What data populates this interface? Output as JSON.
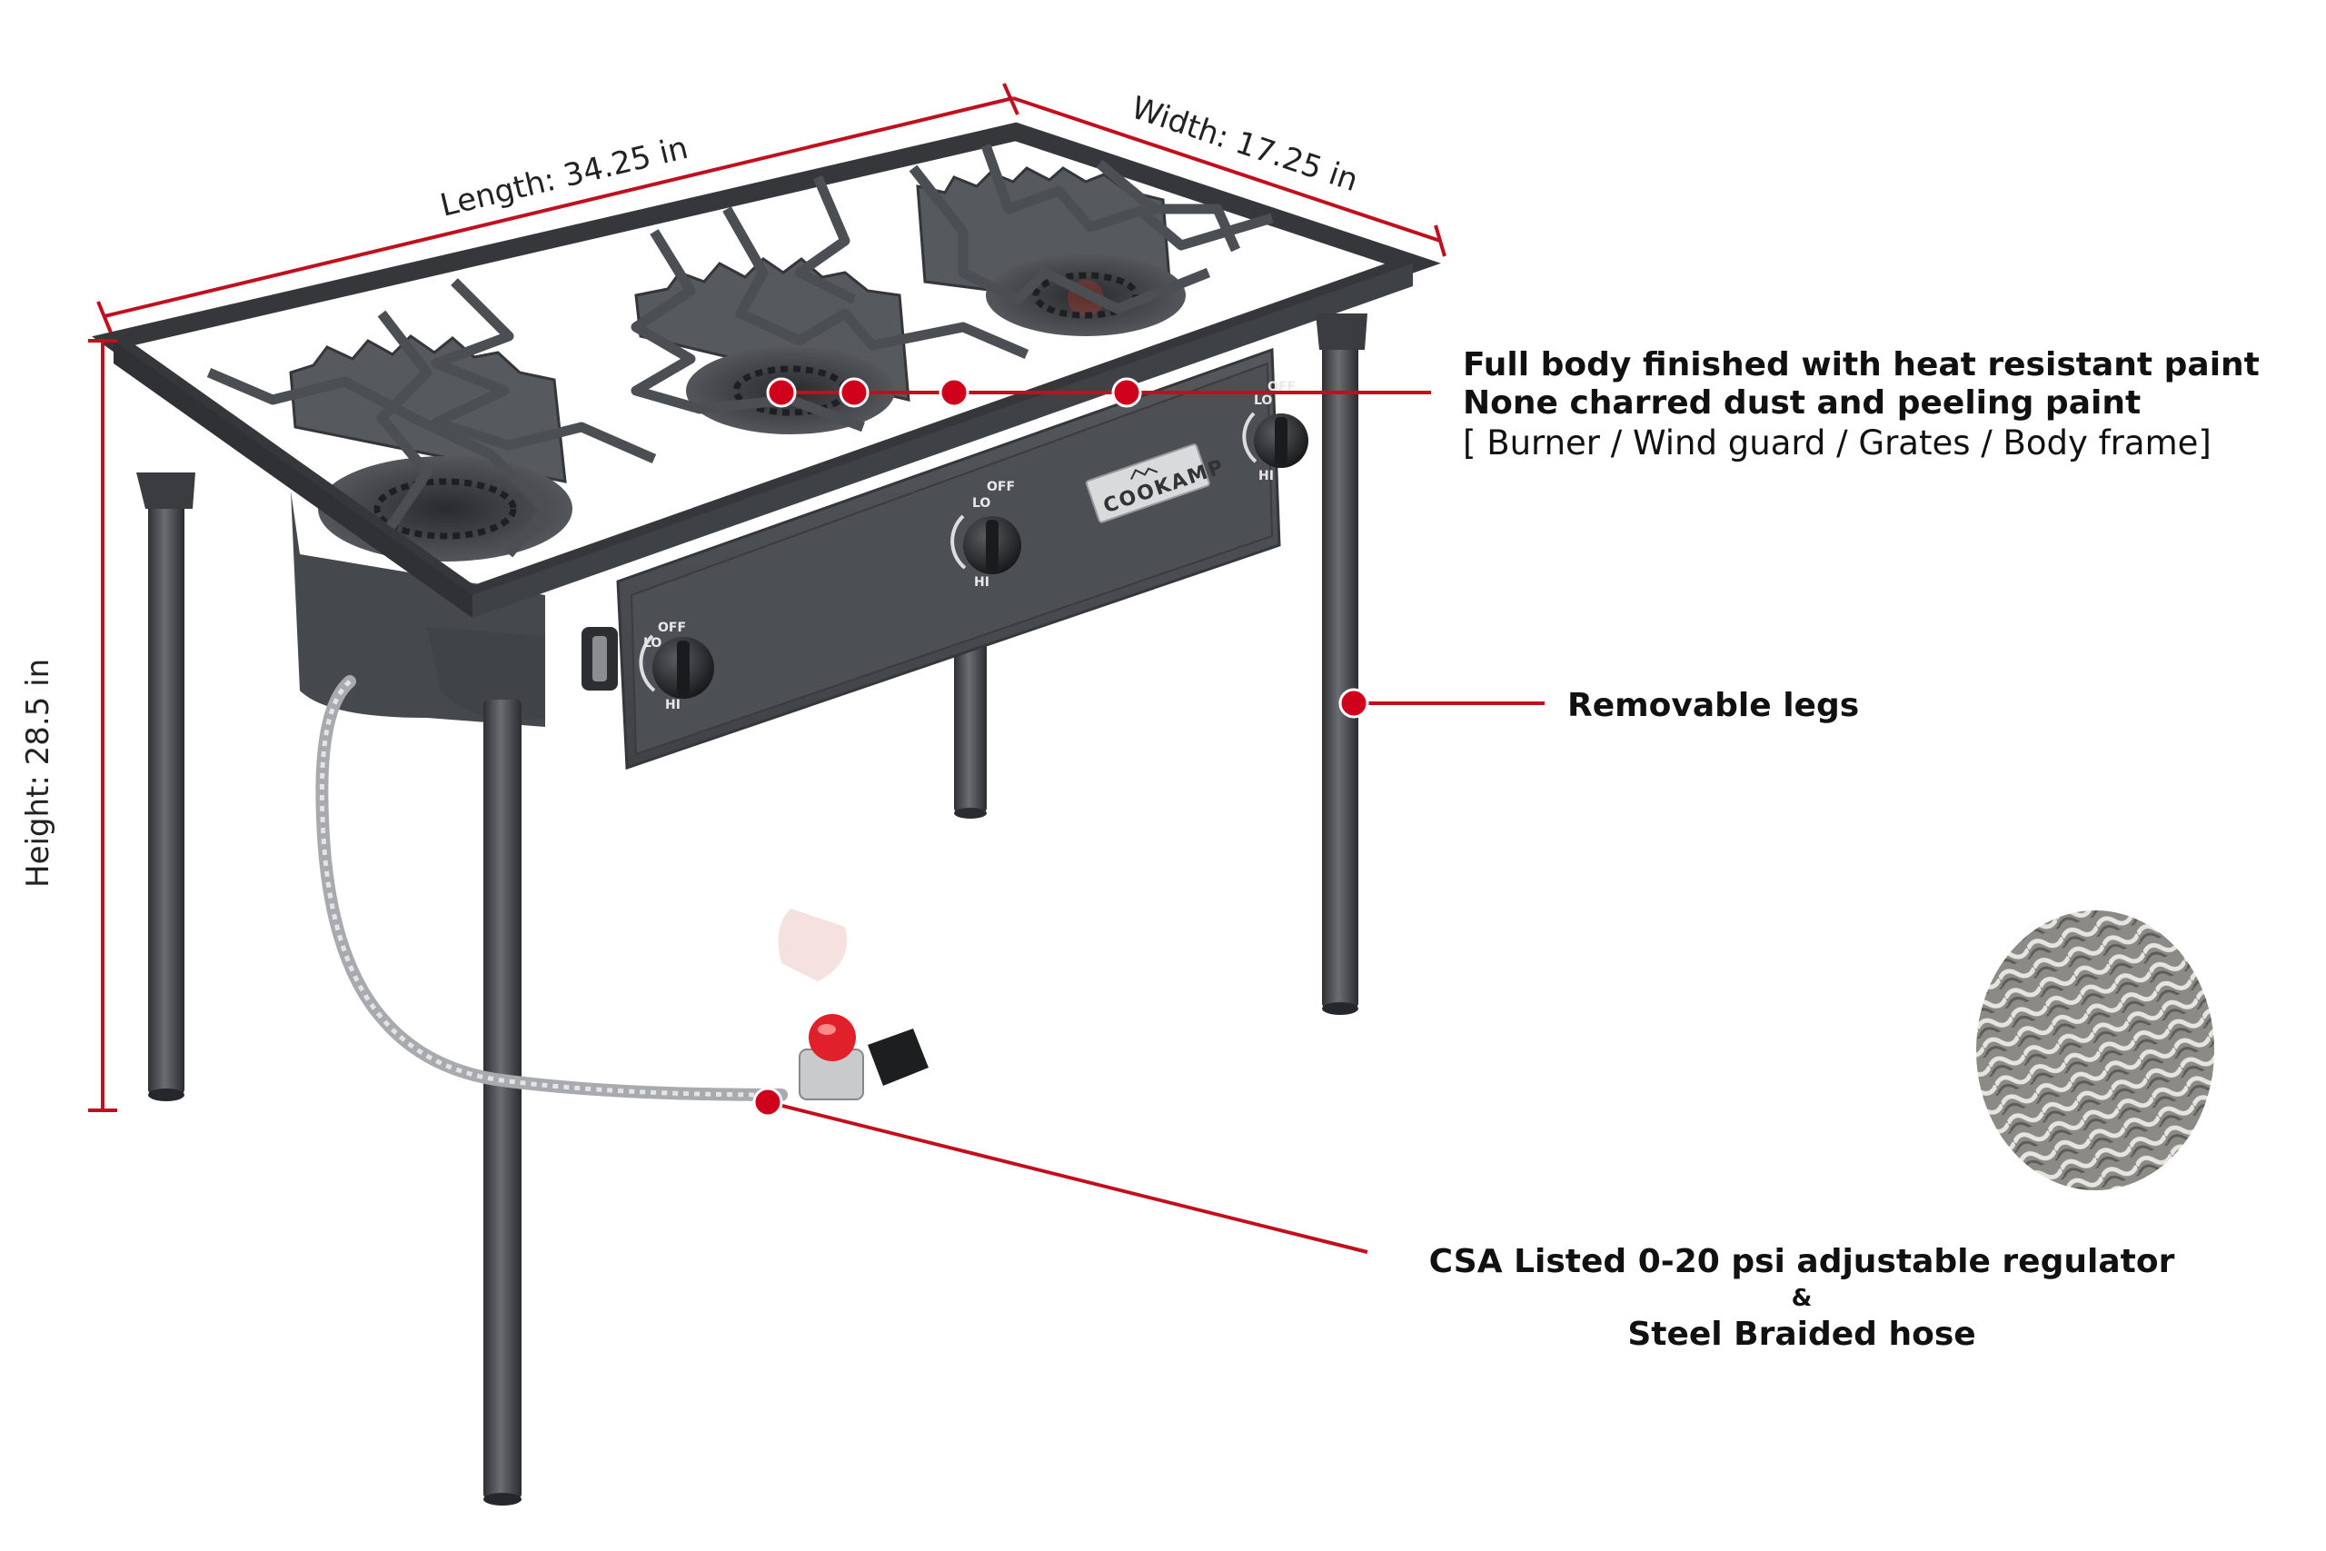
{
  "dimensions": {
    "length": "Length: 34.25 in",
    "width": "Width: 17.25 in",
    "height": "Height: 28.5 in"
  },
  "callouts": {
    "paint_line1": "Full body finished with heat resistant paint",
    "paint_line2": "None charred dust and peeling paint",
    "paint_line3": "[ Burner / Wind guard / Grates / Body frame]",
    "legs": "Removable legs",
    "regulator_line1": "CSA Listed 0-20 psi adjustable regulator",
    "regulator_amp": "&",
    "regulator_line2": "Steel Braided hose"
  },
  "product": {
    "brand": "COOKAMP",
    "knob_off": "OFF",
    "knob_lo": "LO",
    "knob_hi": "HI"
  },
  "colors": {
    "accent": "#d0021b",
    "body": "#4a4d52",
    "frame": "#3b3d41"
  }
}
